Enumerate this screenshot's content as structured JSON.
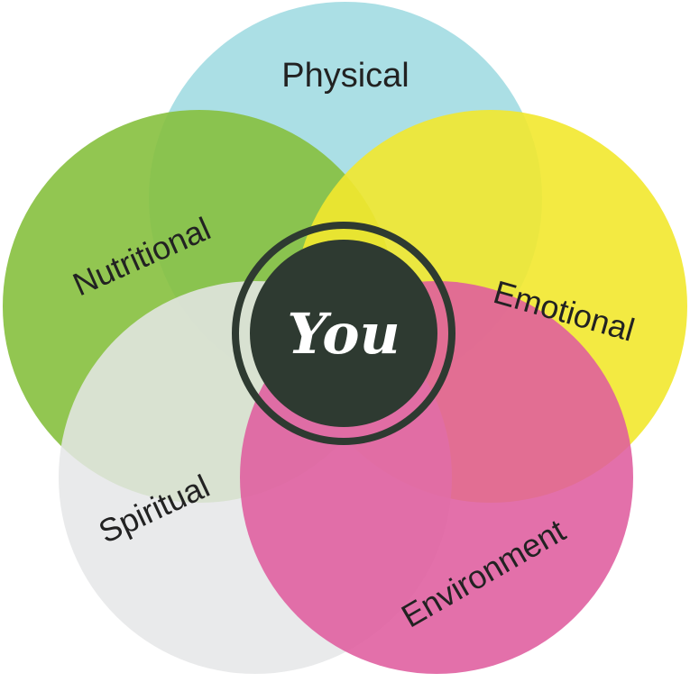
{
  "center_label": "You",
  "dimensions": [
    {
      "label": "Physical",
      "color": "#a6dde4"
    },
    {
      "label": "Nutritional",
      "color": "#86c03e"
    },
    {
      "label": "Emotional",
      "color": "#f2e82e"
    },
    {
      "label": "Spiritual",
      "color": "#e5e6e8"
    },
    {
      "label": "Environment",
      "color": "#df5c9e"
    }
  ],
  "center_color": "#2e3a31"
}
